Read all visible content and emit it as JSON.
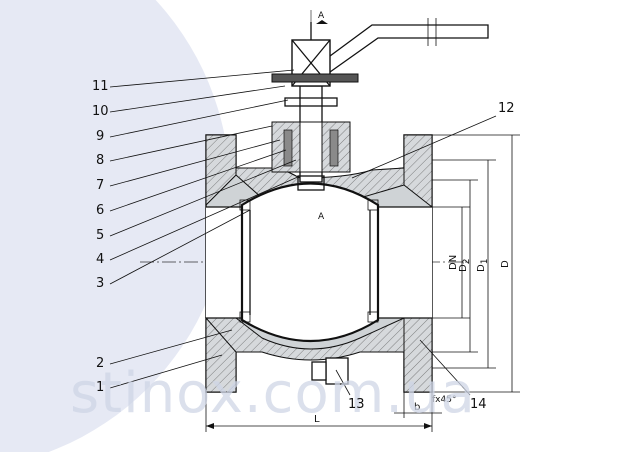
{
  "watermark": "stinox.com.ua",
  "section_mark": "A",
  "dimensions": {
    "dn": "DN",
    "d2": "D",
    "d2_sub": "2",
    "d1": "D",
    "d1_sub": "1",
    "d": "D",
    "length": "L",
    "b": "b",
    "chamfer": "fx45°"
  },
  "callouts": {
    "c1": "1",
    "c2": "2",
    "c3": "3",
    "c4": "4",
    "c5": "5",
    "c6": "6",
    "c7": "7",
    "c8": "8",
    "c9": "9",
    "c10": "10",
    "c11": "11",
    "c12": "12",
    "c13": "13",
    "c14": "14"
  }
}
